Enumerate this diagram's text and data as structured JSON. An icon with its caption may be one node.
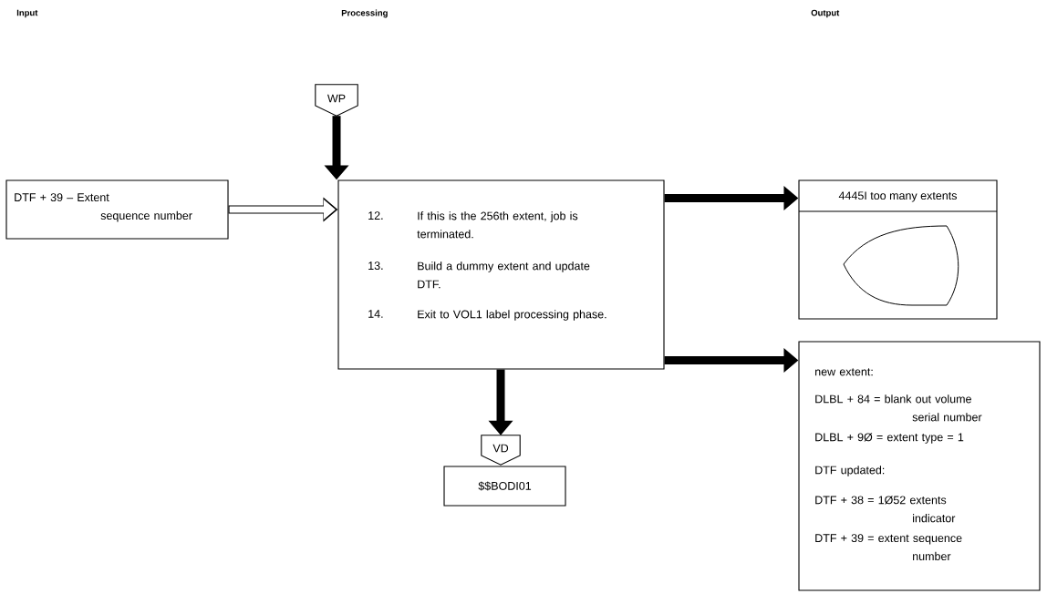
{
  "diagram": {
    "nodes": [
      {
        "text": [
          "WP"
        ]
      },
      {
        "text": [
          "DTF + 39 – Extent sequence number"
        ]
      },
      {
        "text": [
          "12.",
          "If this is the 256th extent, job is terminated.",
          "13.",
          "Build a dummy extent and update DTF.",
          "14.",
          "Exit to VOL1 label processing phase."
        ]
      },
      {
        "text": [
          "4445I too many extents"
        ]
      },
      {
        "text": [
          "new extent:",
          "DLBL + 84 = blank out volume serial number",
          "DLBL + 9Ø = extent type = 1",
          "DTF updated:",
          "DTF + 38 = 1Ø52 extents indicator",
          "DTF + 39 = extent sequence number"
        ]
      },
      {
        "text": [
          "VD"
        ]
      },
      {
        "text": [
          "$$BODI01"
        ]
      }
    ],
    "edges": [
      {
        "from": 0,
        "to": 2,
        "arrow": "to"
      },
      {
        "from": 1,
        "to": 2,
        "arrow": "to"
      },
      {
        "from": 2,
        "to": 3,
        "arrow": "to"
      },
      {
        "from": 2,
        "to": 4,
        "arrow": "to"
      },
      {
        "from": 2,
        "to": 5,
        "arrow": "to"
      }
    ],
    "labels": [
      "Input",
      "Processing",
      "Output"
    ]
  }
}
